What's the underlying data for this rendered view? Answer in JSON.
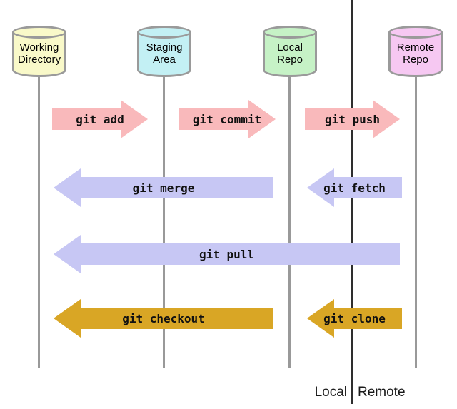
{
  "columns": [
    {
      "name": "working-directory",
      "line1": "Working",
      "line2": "Directory"
    },
    {
      "name": "staging-area",
      "line1": "Staging",
      "line2": "Area"
    },
    {
      "name": "local-repo",
      "line1": "Local",
      "line2": "Repo"
    },
    {
      "name": "remote-repo",
      "line1": "Remote",
      "line2": "Repo"
    }
  ],
  "arrows": [
    {
      "name": "git-add",
      "label": "git add",
      "direction": "right",
      "color_group": "pink"
    },
    {
      "name": "git-commit",
      "label": "git commit",
      "direction": "right",
      "color_group": "pink"
    },
    {
      "name": "git-push",
      "label": "git push",
      "direction": "right",
      "color_group": "pink"
    },
    {
      "name": "git-merge",
      "label": "git merge",
      "direction": "left",
      "color_group": "lavender"
    },
    {
      "name": "git-fetch",
      "label": "git fetch",
      "direction": "left",
      "color_group": "lavender"
    },
    {
      "name": "git-pull",
      "label": "git pull",
      "direction": "left",
      "color_group": "lavender"
    },
    {
      "name": "git-checkout",
      "label": "git checkout",
      "direction": "left",
      "color_group": "gold"
    },
    {
      "name": "git-clone",
      "label": "git clone",
      "direction": "left",
      "color_group": "gold"
    }
  ],
  "footer": {
    "local_label": "Local",
    "remote_label": "Remote"
  },
  "colors": {
    "cyl-working": "#f9f9c9",
    "cyl-staging": "#c3f0f4",
    "cyl-local": "#c6f2c6",
    "cyl-remote": "#f6c8f2",
    "cyl-border": "#9a9a9a",
    "arrow-pink": "#f9b9bb",
    "arrow-lavender": "#c7c7f4",
    "arrow-gold": "#d9a625",
    "lifeline": "#999999",
    "divider": "#2e2e2e",
    "label-text": "#111111"
  }
}
